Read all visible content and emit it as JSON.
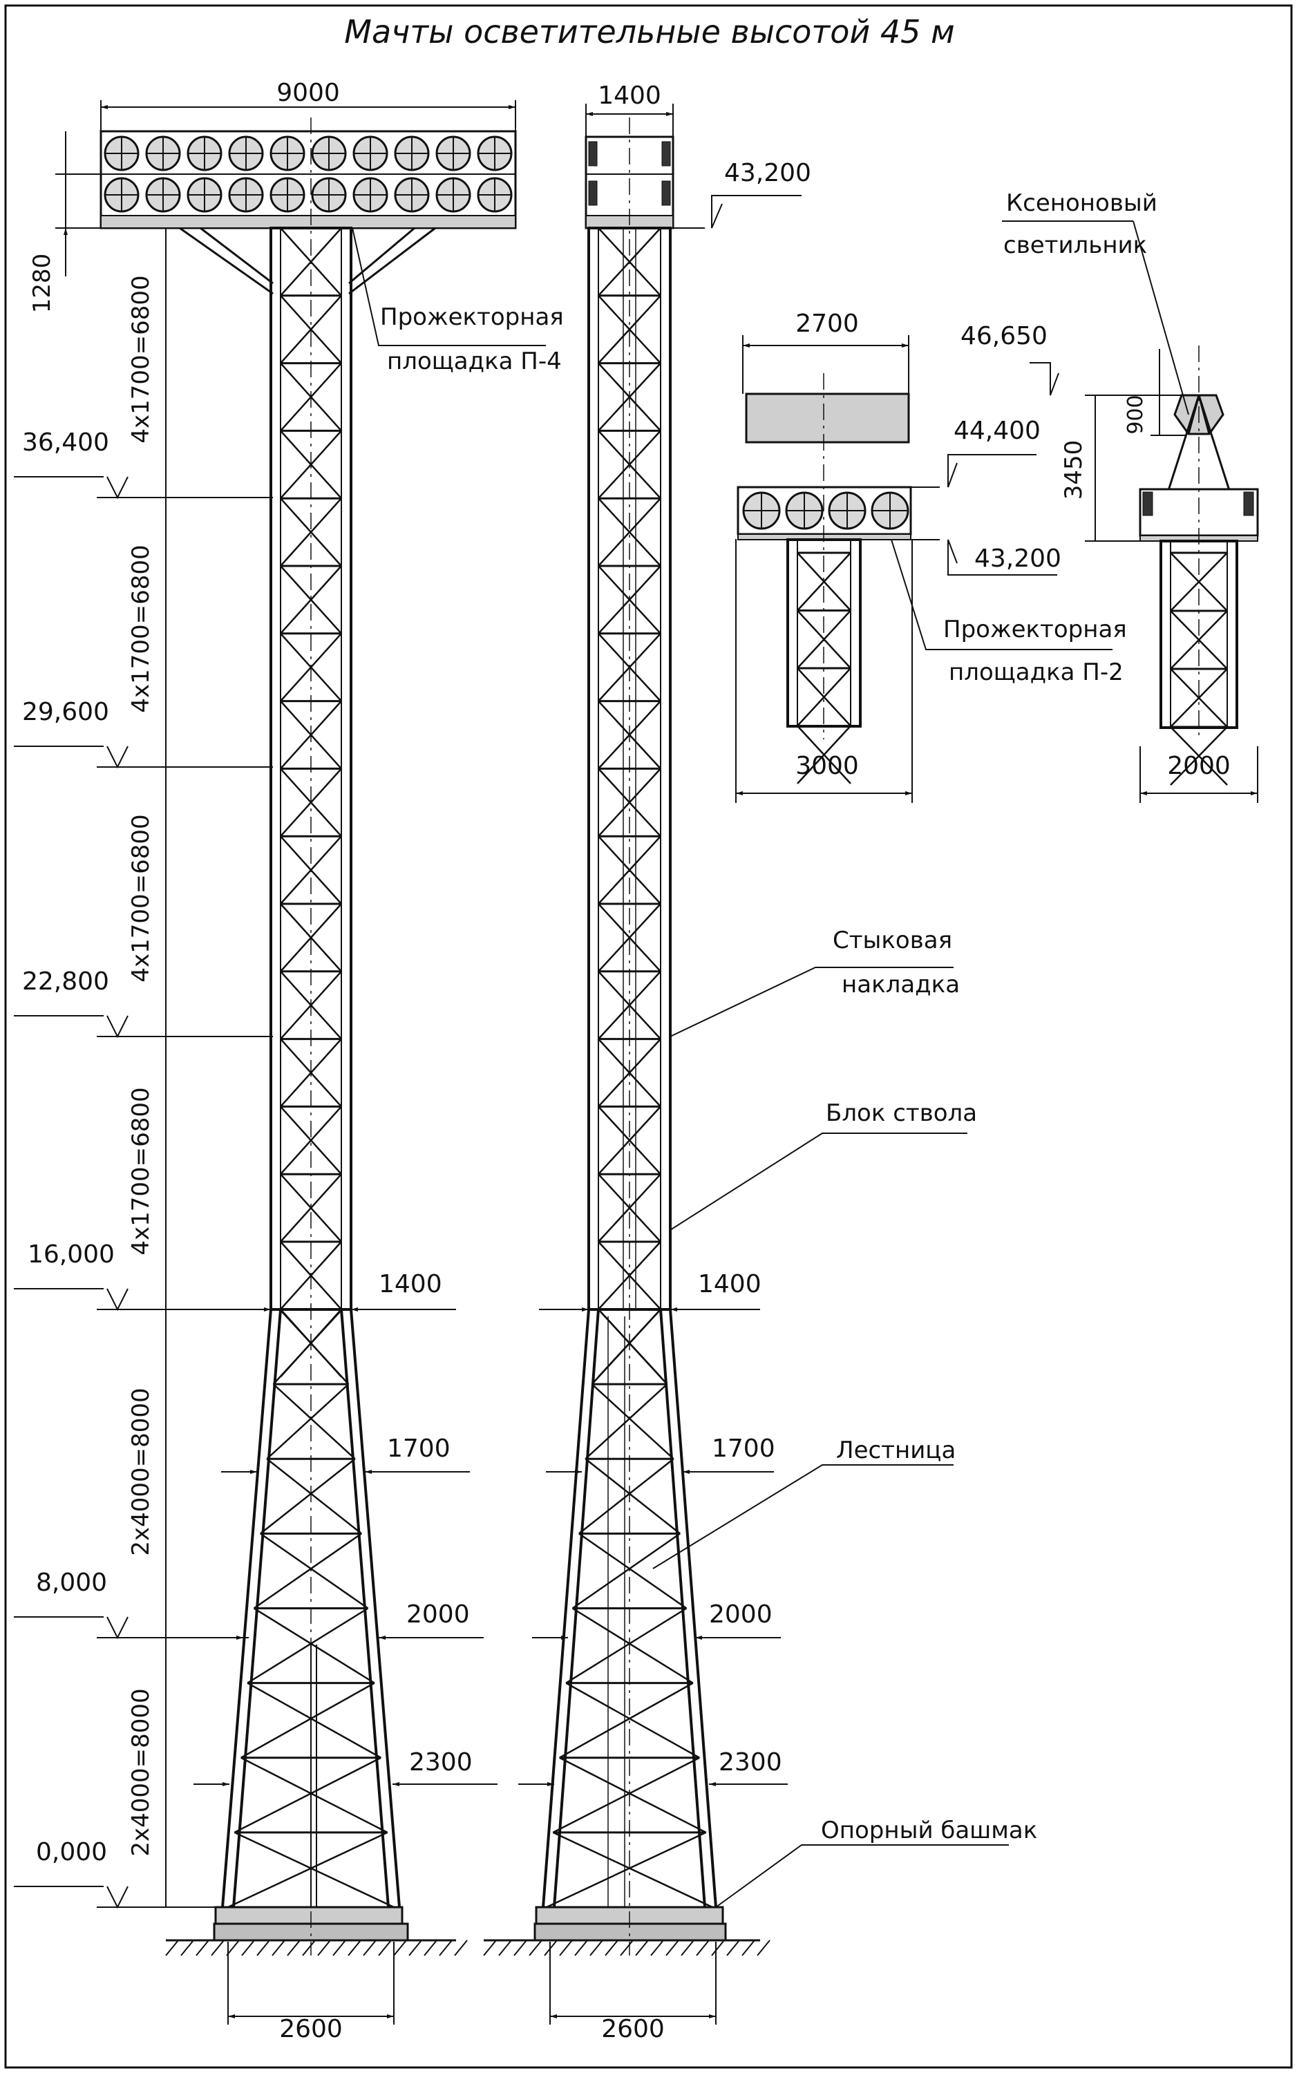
{
  "title": "Мачты осветительные высотой 45 м",
  "elevations": {
    "e0": "0,000",
    "e8": "8,000",
    "e16": "16,000",
    "e22": "22,800",
    "e29": "29,600",
    "e36": "36,400",
    "e43": "43,200",
    "e44": "44,400",
    "e46": "46,650"
  },
  "dimensions": {
    "platform_width": "9000",
    "mast_top_width": "1400",
    "platform_height": "1280",
    "seg_upper": "4x1700=6800",
    "seg_lower": "2x4000=8000",
    "w1400": "1400",
    "w1700": "1700",
    "w2000": "2000",
    "w2300": "2300",
    "base_width": "2600",
    "p2_top": "2700",
    "p2_bottom": "3000",
    "xenon_bottom": "2000",
    "xenon_h1": "900",
    "xenon_h2": "3450"
  },
  "labels": {
    "platform_p4_l1": "Прожекторная",
    "platform_p4_l2": "площадка П-4",
    "platform_p2_l1": "Прожекторная",
    "platform_p2_l2": "площадка П-2",
    "xenon_l1": "Ксеноновый",
    "xenon_l2": "светильник",
    "splice_l1": "Стыковая",
    "splice_l2": "накладка",
    "trunk_block": "Блок ствола",
    "ladder": "Лестница",
    "support_shoe": "Опорный башмак"
  }
}
